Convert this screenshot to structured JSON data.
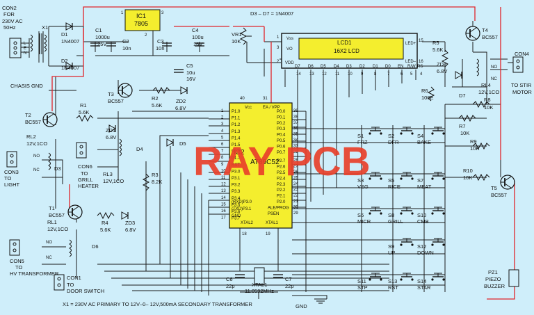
{
  "colors": {
    "background": "#cfeefa",
    "wire": "#1a1a1a",
    "supply": "#e0242a",
    "ic": "#f4ee2e",
    "lcd_screen": "#f4ee2e",
    "watermark": "#e8402a"
  },
  "watermark": "RAY PCB",
  "diode_note": "D3 – D7 = 1N4007",
  "transformer_note": "X1 = 230V AC PRIMARY TO 12V–0– 12V,500mA SECONDARY TRANSFORMER",
  "gnd_label": "GND",
  "con2": {
    "ref": "CON2",
    "l1": "FOR",
    "l2": "230V AC",
    "l3": "50Hz",
    "pins": [
      "L",
      "E",
      "N"
    ]
  },
  "chassis": "CHASIS GND",
  "x1": "X1",
  "d1": {
    "ref": "D1",
    "part": "1N4007"
  },
  "d2": {
    "ref": "D2",
    "part": "1N4007"
  },
  "c1": {
    "ref": "C1",
    "v1": "1000u",
    "v2": "25V"
  },
  "c2": {
    "ref": "C2",
    "val": "10n"
  },
  "ic1": {
    "ref": "IC1",
    "part": "7805",
    "p1": "1",
    "p2": "2",
    "p3": "3"
  },
  "c3": {
    "ref": "C3",
    "val": "10n"
  },
  "c4": {
    "ref": "C4",
    "v1": "100u",
    "v2": "16V"
  },
  "vr1": {
    "ref": "VR1",
    "val": "10K"
  },
  "c5": {
    "ref": "C5",
    "v1": "10u",
    "v2": "16V"
  },
  "lcd": {
    "ref": "LCD1",
    "part": "16X2 LCD",
    "vss": "Vss",
    "vo": "VO",
    "vdd": "VDD",
    "ledp": "LED+",
    "ledn": "LED–",
    "pins": [
      "D7",
      "D6",
      "D5",
      "D4",
      "D3",
      "D2",
      "D1",
      "D0",
      "EN",
      "R/W",
      "RS"
    ],
    "nums": [
      "14",
      "13",
      "12",
      "11",
      "10",
      "9",
      "8",
      "7",
      "6",
      "5",
      "4"
    ],
    "n1": "1",
    "n3": "3",
    "n2": "2",
    "n15": "15",
    "n16": "16"
  },
  "r5": {
    "ref": "R5",
    "val": "5.6K"
  },
  "t4": {
    "ref": "T4",
    "part": "BC557"
  },
  "zd4": {
    "ref": "ZD4",
    "val": "6.8V"
  },
  "rl4": {
    "ref": "RL4",
    "v1": "12V,1CO"
  },
  "d7": "D7",
  "r6": {
    "ref": "R6",
    "val": "100E"
  },
  "r8": {
    "ref": "R8",
    "val": "10K"
  },
  "r7": {
    "ref": "R7",
    "val": "10K"
  },
  "r9": {
    "ref": "R9",
    "val": "10K"
  },
  "r10": {
    "ref": "R10",
    "val": "10K"
  },
  "t5": {
    "ref": "T5",
    "part": "BC557"
  },
  "con4": {
    "ref": "CON4",
    "l1": "TO STIR",
    "l2": "MOTOR",
    "no": "NO",
    "nc": "NC"
  },
  "t3": {
    "ref": "T3",
    "part": "BC557"
  },
  "r2": {
    "ref": "R2",
    "val": "5.6K"
  },
  "zd2": {
    "ref": "ZD2",
    "val": "6.8V"
  },
  "t2": {
    "ref": "T2",
    "part": "BC557"
  },
  "r1": {
    "ref": "R1",
    "val": "5.6K"
  },
  "zd1": {
    "ref": "ZD1",
    "val": "6.8V"
  },
  "rl2": {
    "ref": "RL2",
    "v1": "12V,1CO",
    "no": "NO",
    "nc": "NC",
    "d": "D3"
  },
  "con3": {
    "ref": "CON3",
    "l1": "TO",
    "l2": "LIGHT"
  },
  "con6": {
    "ref": "CON6",
    "l1": "TO",
    "l2": "GRILL",
    "l3": "HEATER"
  },
  "rl3": {
    "ref": "RL3",
    "v1": "12V,1CO",
    "d": "D4"
  },
  "d5": "D5",
  "r3": {
    "ref": "R3",
    "val": "8.2K"
  },
  "t1": {
    "ref": "T1",
    "part": "BC557"
  },
  "rl1": {
    "ref": "RL1",
    "v1": "12V,1CO",
    "no": "NO",
    "nc": "NC"
  },
  "r4": {
    "ref": "R4",
    "val": "5.6K"
  },
  "zd3": {
    "ref": "ZD3",
    "val": "6.8V"
  },
  "d6": "D6",
  "con5": {
    "ref": "CON5",
    "l1": "TO",
    "l2": "HV TRANSFORMER"
  },
  "con1": {
    "ref": "CON1",
    "l1": "TO",
    "l2": "DOOR SWITCH"
  },
  "ic2": {
    "ref": "IC2",
    "part": "AT89C52",
    "vcc": "Vcc",
    "eavpp": "EA / VPP",
    "n40": "40",
    "n31": "31",
    "left": [
      "P1.0",
      "P1.1",
      "P1.2",
      "P1.3",
      "P1.4",
      "P1.5",
      "P1.6",
      "P1.7",
      "RST",
      "P3.0",
      "P3.1",
      "P3.2",
      "P3.3",
      "P3.4",
      "P3.5",
      "P3.6",
      "P3.7",
      "(RXD)P3.0",
      "(TXD)P3.1",
      "GND"
    ],
    "lnums": [
      "1",
      "2",
      "3",
      "4",
      "5",
      "6",
      "7",
      "8",
      "9",
      "10",
      "11",
      "12",
      "13",
      "14",
      "15",
      "16",
      "17",
      "10",
      "11",
      "20"
    ],
    "right": [
      "P0.0",
      "P0.1",
      "P0.2",
      "P0.3",
      "P0.4",
      "P0.5",
      "P0.6",
      "P0.7",
      "P2.7",
      "P2.6",
      "P2.5",
      "P2.4",
      "P2.3",
      "P2.2",
      "P2.1",
      "P2.0",
      "ALE/PROG",
      "PSEN"
    ],
    "rnums": [
      "39",
      "38",
      "37",
      "36",
      "35",
      "34",
      "33",
      "32",
      "28",
      "27",
      "26",
      "25",
      "24",
      "23",
      "22",
      "21",
      "30",
      "29"
    ],
    "xtal1": "XTAL1",
    "xtal2": "XTAL2",
    "n18": "18",
    "n19": "19"
  },
  "c6": {
    "ref": "C6",
    "val": "22p"
  },
  "c7": {
    "ref": "C7",
    "val": "22p"
  },
  "xtal": {
    "ref": "XTAL1",
    "val": "11.0592MHz"
  },
  "switches": [
    {
      "ref": "S1",
      "name": "FRZ"
    },
    {
      "ref": "S2",
      "name": "DFR"
    },
    {
      "ref": "S4",
      "name": "BAKE"
    },
    {
      "ref": "S3",
      "name": "VEG"
    },
    {
      "ref": "S5",
      "name": "RICE"
    },
    {
      "ref": "S7",
      "name": "MEAT"
    },
    {
      "ref": "S6",
      "name": "MICR"
    },
    {
      "ref": "S8",
      "name": "GRILL"
    },
    {
      "ref": "S10",
      "name": "CMB"
    },
    {
      "ref": "S9",
      "name": "UP"
    },
    {
      "ref": "S12",
      "name": "DOWN"
    },
    {
      "ref": "S11",
      "name": "STP"
    },
    {
      "ref": "S13",
      "name": "RST"
    },
    {
      "ref": "S14",
      "name": "STAR"
    }
  ],
  "pz1": {
    "ref": "PZ1",
    "l1": "PIEZO",
    "l2": "BUZZER"
  }
}
